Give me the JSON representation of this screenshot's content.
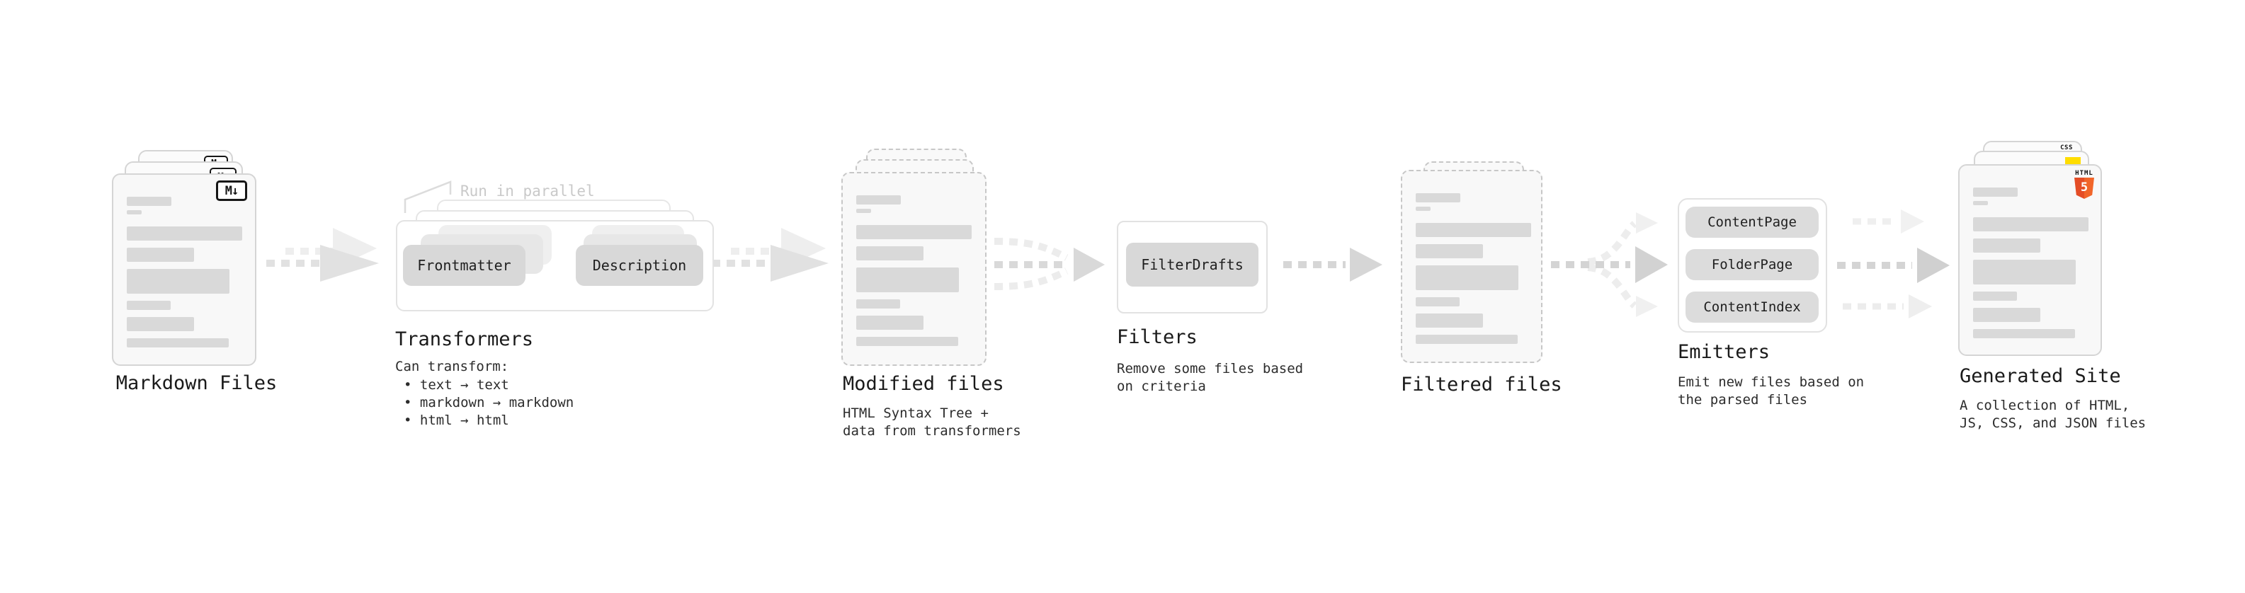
{
  "markdown": {
    "label": "Markdown Files",
    "badge": "M↓"
  },
  "transformers": {
    "label": "Transformers",
    "note": "Run in parallel",
    "chip_frontmatter": "Frontmatter",
    "chip_description": "Description",
    "desc_heading": "Can transform:",
    "bullet_1": "• text → text",
    "bullet_2": "• markdown → markdown",
    "bullet_3": "• html → html"
  },
  "modified": {
    "label": "Modified files",
    "desc_1": "HTML Syntax Tree +",
    "desc_2": "data from transformers"
  },
  "filters": {
    "label": "Filters",
    "chip_filterdrafts": "FilterDrafts",
    "desc_1": "Remove some files based",
    "desc_2": "on criteria"
  },
  "filtered": {
    "label": "Filtered files"
  },
  "emitters": {
    "label": "Emitters",
    "chip_contentpage": "ContentPage",
    "chip_folderpage": "FolderPage",
    "chip_contentindex": "ContentIndex",
    "desc_1": "Emit new files based on",
    "desc_2": "the parsed files"
  },
  "generated": {
    "label": "Generated Site",
    "desc_1": "A collection of HTML,",
    "desc_2": "JS, CSS, and JSON files",
    "css_badge": "CSS",
    "html_badge_text": "HTML",
    "html_badge_number": "5"
  },
  "colors": {
    "html5_orange_dark": "#e44d26",
    "html5_orange_light": "#f16529",
    "js_yellow": "#ffdd00",
    "css_blue": "#2b6bea",
    "chip_gray": "#d8d8d8",
    "bar_gray": "#d9d9d9",
    "arrow_gray": "#d4d4d4",
    "arrow_light": "#ececec"
  }
}
